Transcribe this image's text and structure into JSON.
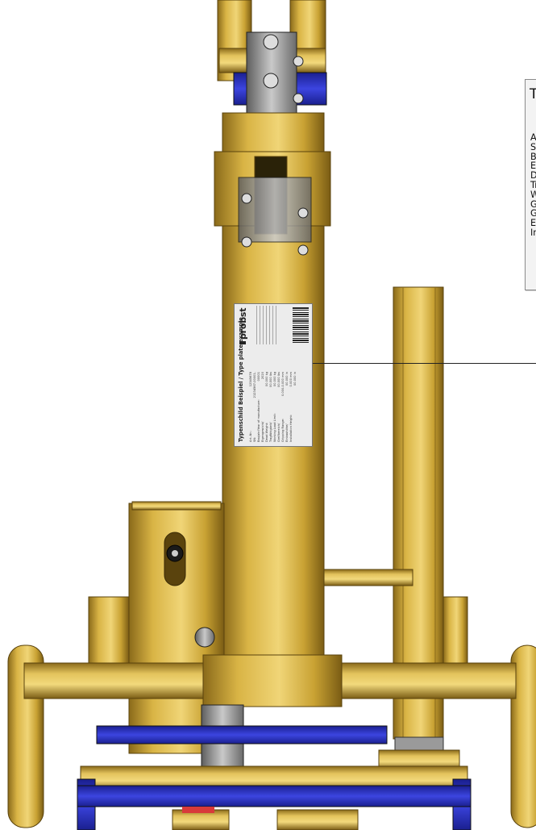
{
  "callout": {
    "title": "T",
    "lines": [
      "Ar",
      "SN",
      "Ba",
      "Ei",
      "Da",
      "Tr",
      "W",
      "G",
      "G",
      "Ei",
      "In"
    ]
  },
  "plate": {
    "title": "Typenschild Beispiel / Type plate example",
    "logo": "probst",
    "fields": [
      "Art.-Nr.:",
      "SN:",
      "Baujahr/Year of manufacture:",
      "Eigengewicht/",
      "Dead Weight:",
      "Tragfähigkeit/",
      "Working Load Limit:",
      "Greifbereich/",
      "Gripping Range:",
      "Einbauhöhe/",
      "Installation Height:"
    ],
    "values": [
      "12345678",
      "21234567-00001-00001",
      "2020",
      "00.000 kg",
      "00.000 lbs",
      "00.000 kg",
      "00.000 lbs",
      "0.000-0.000 mm",
      "00.000 in",
      "0.000 mm",
      "00.000 in"
    ]
  },
  "colors": {
    "frame": "#C9A233",
    "frame_light": "#E6C865",
    "frame_dark": "#7A5C14",
    "steel": "#8C8C8C",
    "blue": "#2B33C8"
  }
}
